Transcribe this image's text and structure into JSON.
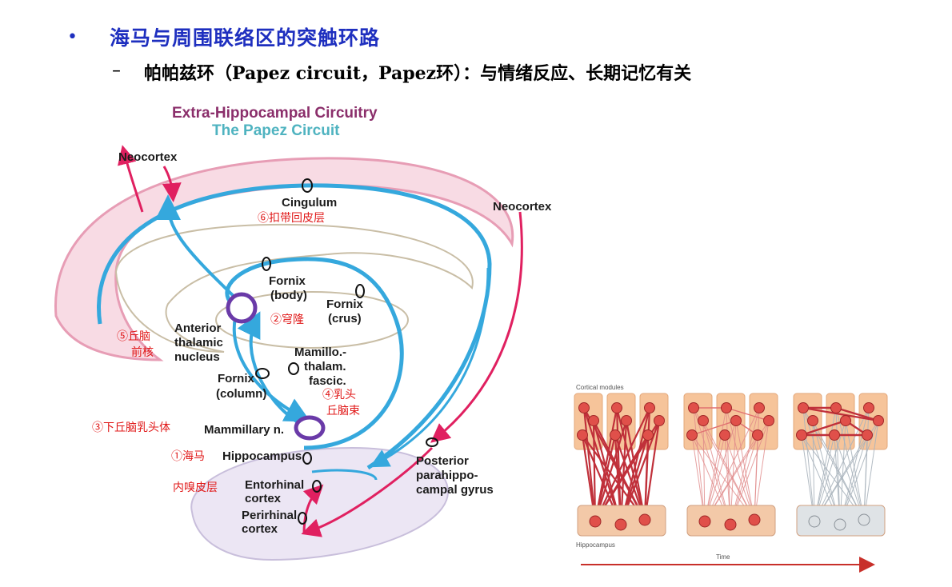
{
  "slide": {
    "bullet": "•",
    "title": "海马与周围联络区的突触环路",
    "sub_dash": "–",
    "subtitle": "帕帕兹环（Papez circuit，Papez环）：与情绪反应、长期记忆有关"
  },
  "diagram": {
    "header_line1": "Extra-Hippocampal Circuitry",
    "header_line2": "The Papez Circuit",
    "labels": {
      "neocortex_left": "Neocortex",
      "neocortex_right": "Neocortex",
      "cingulum": "Cingulum",
      "fornix_body_1": "Fornix",
      "fornix_body_2": "(body)",
      "fornix_crus_1": "Fornix",
      "fornix_crus_2": "(crus)",
      "anterior_1": "Anterior",
      "anterior_2": "thalamic",
      "anterior_3": "nucleus",
      "mamillo_1": "Mamillo.-",
      "mamillo_2": "thalam.",
      "mamillo_3": "fascic.",
      "fornix_col_1": "Fornix",
      "fornix_col_2": "(column)",
      "mammillary": "Mammillary n.",
      "hippocampus": "Hippocampus",
      "entorhinal_1": "Entorhinal",
      "entorhinal_2": "cortex",
      "perirhinal_1": "Perirhinal",
      "perirhinal_2": "cortex",
      "posterior_1": "Posterior",
      "posterior_2": "parahippo-",
      "posterior_3": "campal gyrus"
    },
    "annotations": {
      "cingulate": "⑥扣带回皮层",
      "fornix_cn": "②穹隆",
      "anterior_cn_1": "⑤丘脑",
      "anterior_cn_2": "前核",
      "mamillo_cn_1": "④乳头",
      "mamillo_cn_2": "丘脑束",
      "mammillary_cn": "③下丘脑乳头体",
      "hippocampus_cn": "①海马",
      "entorhinal_cn": "内嗅皮层"
    }
  },
  "inset": {
    "cortical_label": "Cortical modules",
    "hippocampus_label": "Hippocampus",
    "time_label": "Time"
  },
  "colors": {
    "title_blue": "#1e2fbf",
    "header_purple": "#8b2f6b",
    "header_teal": "#4fb3c0",
    "pathway_blue": "#35a8dd",
    "pathway_pink": "#e02060",
    "annotation_red": "#e01818"
  }
}
